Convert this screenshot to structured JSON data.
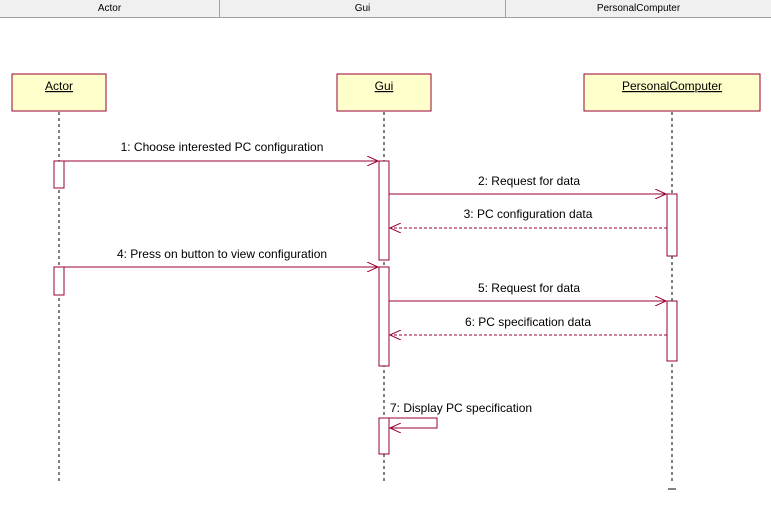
{
  "header": {
    "actor": "Actor",
    "gui": "Gui",
    "pc": "PersonalComputer"
  },
  "lifelines": {
    "actor": "Actor",
    "gui": "Gui",
    "pc": "PersonalComputer"
  },
  "messages": {
    "m1": "1: Choose interested PC configuration",
    "m2": "2: Request for data",
    "m3": "3: PC configuration data",
    "m4": "4: Press on button to view configuration",
    "m5": "5: Request for data",
    "m6": "6: PC specification data",
    "m7": "7: Display PC specification"
  },
  "colors": {
    "object_fill": "#ffffcc",
    "object_border": "#990033",
    "message_line": "#990033",
    "lifeline": "#000000"
  }
}
